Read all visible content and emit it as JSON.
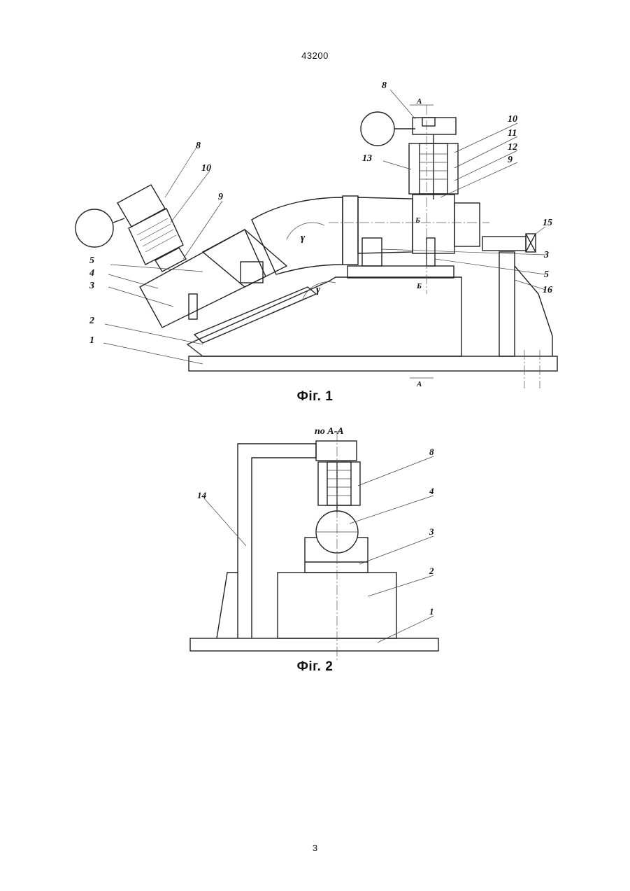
{
  "header": {
    "doc_number": "43200"
  },
  "figure1": {
    "caption": "Фіг. 1",
    "labels": {
      "l8a": "8",
      "l10a": "10",
      "l9a": "9",
      "l5a": "5",
      "l4a": "4",
      "l3a": "3",
      "l2": "2",
      "l1": "1",
      "l8b": "8",
      "l10b": "10",
      "l11": "11",
      "l12": "12",
      "l13": "13",
      "l9b": "9",
      "l15": "15",
      "l3b": "3",
      "l5b": "5",
      "l16": "16",
      "gamma1": "γ",
      "gamma2": "γ",
      "sectionA_top": "А",
      "sectionA_bottom": "А",
      "sectionB_top": "Б",
      "sectionB_bottom": "Б"
    }
  },
  "figure2": {
    "caption": "Фіг. 2",
    "title": "по А-А",
    "labels": {
      "l14": "14",
      "l8": "8",
      "l4": "4",
      "l3": "3",
      "l2": "2",
      "l1": "1"
    }
  },
  "footer": {
    "page_number": "3"
  }
}
